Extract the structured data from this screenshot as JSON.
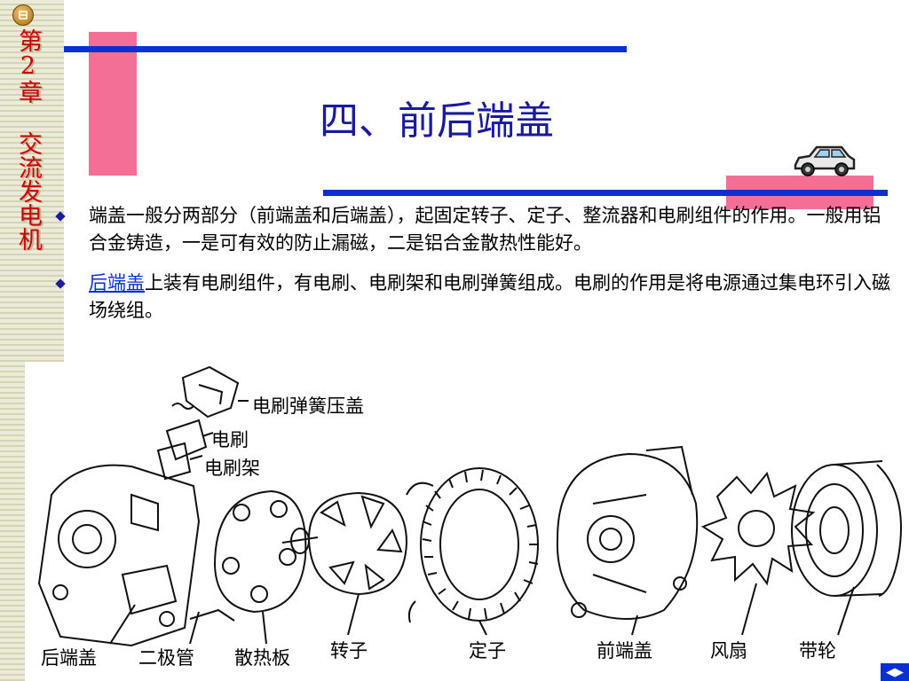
{
  "sidebar": {
    "chapter_title": "第2章 交流发电机"
  },
  "title": "四、前后端盖",
  "bullets": [
    {
      "link": "",
      "text": "端盖一般分两部分（前端盖和后端盖），起固定转子、定子、整流器和电刷组件的作用。一般用铝合金铸造，一是可有效的防止漏磁，二是铝合金散热性能好。"
    },
    {
      "link": "后端盖",
      "text": "上装有电刷组件，有电刷、电刷架和电刷弹簧组成。电刷的作用是将电源通过集电环引入磁场绕组。"
    }
  ],
  "diagram_labels": {
    "brush_spring_cover": "电刷弹簧压盖",
    "brush": "电刷",
    "brush_holder": "电刷架",
    "rear_cover": "后端盖",
    "diode": "二极管",
    "heat_sink": "散热板",
    "rotor": "转子",
    "stator": "定子",
    "front_cover": "前端盖",
    "fan": "风扇",
    "pulley": "带轮"
  },
  "icons": {
    "home": "home-icon",
    "car": "car-icon",
    "nav": "nav-arrow-icon"
  },
  "colors": {
    "accent_blue": "#0b2fd0",
    "accent_pink": "#f46f96",
    "title_red": "#cc0000"
  }
}
